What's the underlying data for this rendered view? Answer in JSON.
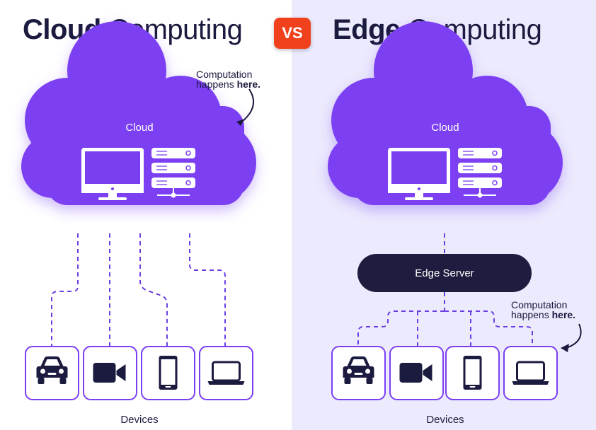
{
  "left": {
    "title_bold": "Cloud",
    "title_rest": "Computing",
    "cloud_label": "Cloud",
    "note_line1": "Computation",
    "note_line2_prefix": "happens ",
    "note_line2_bold": "here.",
    "devices_label": "Devices"
  },
  "vs_label": "VS",
  "right": {
    "title_bold": "Edge",
    "title_rest": "Computing",
    "cloud_label": "Cloud",
    "edge_server_label": "Edge Server",
    "note_line1": "Computation",
    "note_line2_prefix": "happens ",
    "note_line2_bold": "here.",
    "devices_label": "Devices"
  },
  "devices": [
    "car-icon",
    "video-camera-icon",
    "smartphone-icon",
    "laptop-icon"
  ],
  "colors": {
    "cloud": "#7b3ff2",
    "title": "#1b1a3f",
    "vs_badge": "#f0401c",
    "edge_server": "#1f1d3f",
    "right_background": "#ecebfd",
    "dashed_line": "#6a3fe0"
  }
}
